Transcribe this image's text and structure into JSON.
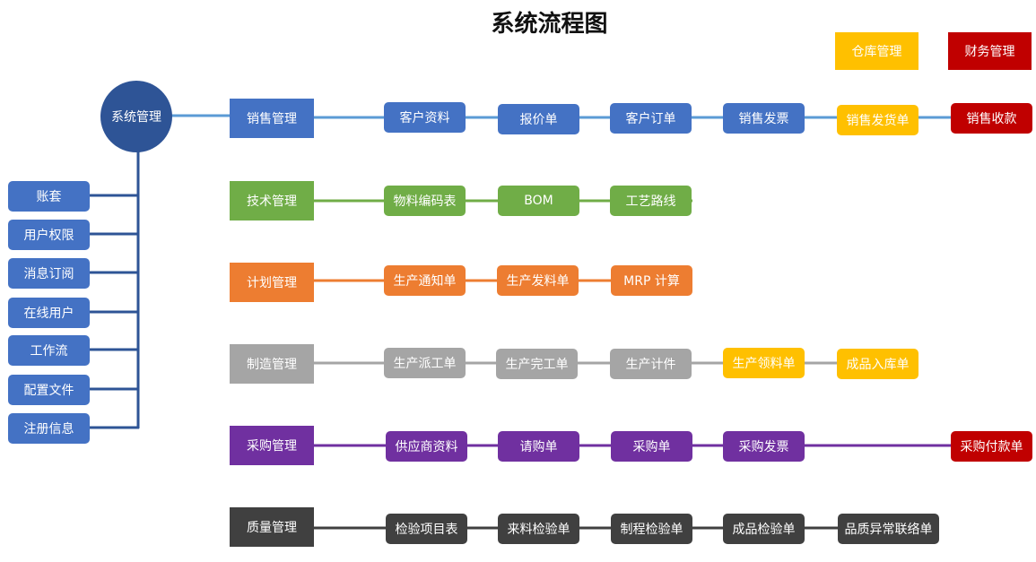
{
  "title": "系统流程图",
  "colors": {
    "blue": "#4472C4",
    "navy": "#2E5496",
    "green": "#70AD47",
    "orange": "#ED7D31",
    "gray": "#A5A5A5",
    "purple": "#7030A0",
    "dark": "#404040",
    "yellow": "#FFC000",
    "red": "#C00000"
  },
  "legend": {
    "warehouse": "仓库管理",
    "finance": "财务管理"
  },
  "root": "系统管理",
  "system_items": [
    "账套",
    "用户权限",
    "消息订阅",
    "在线用户",
    "工作流",
    "配置文件",
    "注册信息"
  ],
  "rows": [
    {
      "head": "销售管理",
      "steps": [
        "客户资料",
        "报价单",
        "客户订单",
        "销售发票",
        "销售发货单",
        "销售收款"
      ]
    },
    {
      "head": "技术管理",
      "steps": [
        "物料编码表",
        "BOM",
        "工艺路线"
      ]
    },
    {
      "head": "计划管理",
      "steps": [
        "生产通知单",
        "生产发料单",
        "MRP 计算"
      ]
    },
    {
      "head": "制造管理",
      "steps": [
        "生产派工单",
        "生产完工单",
        "生产计件",
        "生产领料单",
        "成品入库单"
      ]
    },
    {
      "head": "采购管理",
      "steps": [
        "供应商资料",
        "请购单",
        "采购单",
        "采购发票",
        "采购付款单"
      ]
    },
    {
      "head": "质量管理",
      "steps": [
        "检验项目表",
        "来料检验单",
        "制程检验单",
        "成品检验单",
        "品质异常联络单"
      ]
    }
  ]
}
